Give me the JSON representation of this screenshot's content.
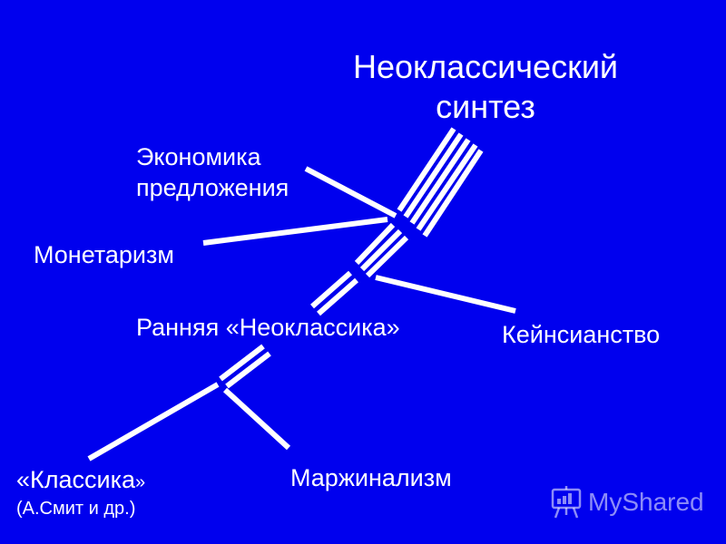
{
  "colors": {
    "background": "#0000ee",
    "foreground": "#ffffff"
  },
  "title": {
    "line1": "Неоклассический",
    "line2": "синтез"
  },
  "nodes": {
    "supply_side": {
      "line1": "Экономика",
      "line2": "предложения"
    },
    "monetarism": "Монетаризм",
    "early_neoclassics": "Ранняя «Неоклассика»",
    "keynesianism": "Кейнсианство",
    "classics": {
      "line1": "«Классика",
      "line1_suffix": "»",
      "line2": "(А.Смит и др.)"
    },
    "marginalism": "Маржинализм"
  },
  "watermark": {
    "text": "MyShared",
    "icon": "presentation-board-icon"
  }
}
